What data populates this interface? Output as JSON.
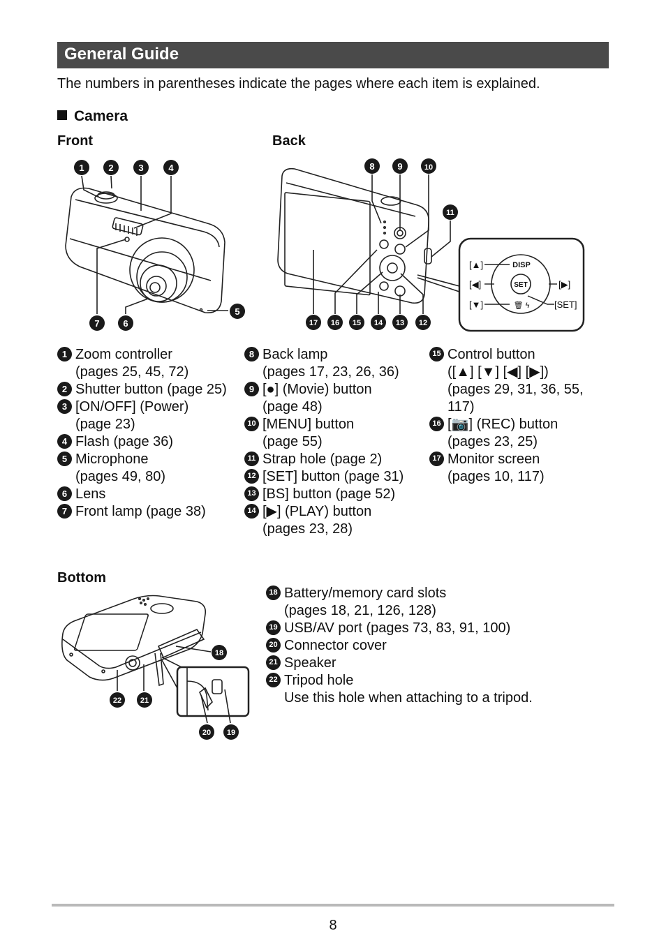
{
  "header": {
    "title": "General Guide"
  },
  "intro": "The numbers in parentheses indicate the pages where each item is explained.",
  "section": "Camera",
  "labels": {
    "front": "Front",
    "back": "Back",
    "bottom": "Bottom"
  },
  "control_legend": {
    "up": "[▲]",
    "left": "[◀]",
    "down": "[▼]",
    "right": "[▶]",
    "set": "[SET]",
    "disp": "DISP",
    "set_key": "SET",
    "trash": "🗑 ϟ"
  },
  "front_items": [
    {
      "n": "1",
      "lines": [
        "Zoom controller",
        "(pages 25, 45, 72)"
      ]
    },
    {
      "n": "2",
      "lines": [
        "Shutter button (page 25)"
      ]
    },
    {
      "n": "3",
      "lines": [
        "[ON/OFF] (Power)",
        "(page 23)"
      ]
    },
    {
      "n": "4",
      "lines": [
        "Flash (page 36)"
      ]
    },
    {
      "n": "5",
      "lines": [
        "Microphone",
        "(pages 49, 80)"
      ]
    },
    {
      "n": "6",
      "lines": [
        "Lens"
      ]
    },
    {
      "n": "7",
      "lines": [
        "Front lamp (page 38)"
      ]
    }
  ],
  "back_items": [
    {
      "n": "8",
      "lines": [
        "Back lamp",
        "(pages 17, 23, 26, 36)"
      ]
    },
    {
      "n": "9",
      "lines": [
        "[●] (Movie) button",
        "(page 48)"
      ]
    },
    {
      "n": "10",
      "lines": [
        "[MENU] button",
        "(page 55)"
      ]
    },
    {
      "n": "11",
      "lines": [
        "Strap hole (page 2)"
      ]
    },
    {
      "n": "12",
      "lines": [
        "[SET] button (page 31)"
      ]
    },
    {
      "n": "13",
      "lines": [
        "[BS] button (page 52)"
      ]
    },
    {
      "n": "14",
      "lines": [
        "[▶] (PLAY) button",
        "(pages 23, 28)"
      ]
    }
  ],
  "other_items": [
    {
      "n": "15",
      "lines": [
        "Control button",
        "([▲] [▼] [◀] [▶])",
        "(pages 29, 31, 36, 55,",
        "117)"
      ]
    },
    {
      "n": "16",
      "lines": [
        "[📷] (REC) button",
        "(pages 23, 25)"
      ]
    },
    {
      "n": "17",
      "lines": [
        "Monitor screen",
        "(pages 10, 117)"
      ]
    }
  ],
  "bottom_items": [
    {
      "n": "18",
      "lines": [
        "Battery/memory card slots",
        "(pages 18, 21, 126, 128)"
      ]
    },
    {
      "n": "19",
      "lines": [
        "USB/AV port (pages 73, 83, 91, 100)"
      ]
    },
    {
      "n": "20",
      "lines": [
        "Connector cover"
      ]
    },
    {
      "n": "21",
      "lines": [
        "Speaker"
      ]
    },
    {
      "n": "22",
      "lines": [
        "Tripod hole",
        "Use this hole when attaching to a tripod."
      ]
    }
  ],
  "callouts": {
    "front": [
      "1",
      "2",
      "3",
      "4",
      "5",
      "6",
      "7"
    ],
    "back": [
      "8",
      "9",
      "10",
      "11",
      "12",
      "13",
      "14",
      "15",
      "16",
      "17"
    ],
    "bottom": [
      "18",
      "19",
      "20",
      "21",
      "22"
    ]
  },
  "footer": {
    "page_number": "8"
  }
}
